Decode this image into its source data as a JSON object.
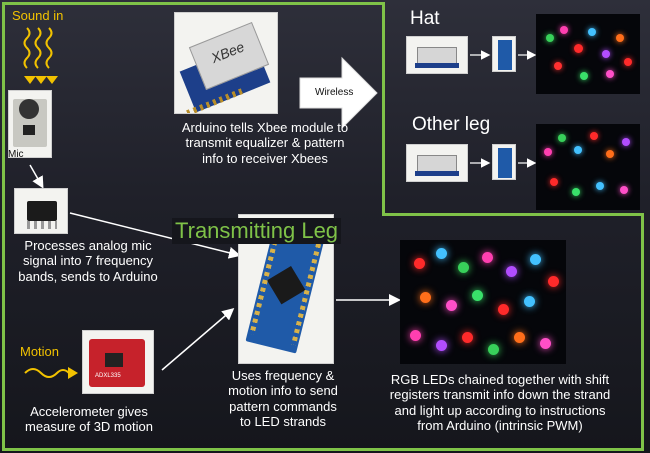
{
  "labels": {
    "sound_in": "Sound in",
    "mic": "Mic",
    "motion": "Motion",
    "wireless": "Wireless",
    "hat": "Hat",
    "other_leg": "Other leg",
    "transmitting_leg": "Transmitting Leg",
    "xbee_chip": "XBee",
    "accel_chip": "ADXL335"
  },
  "captions": {
    "arduino_xbee": [
      "Arduino tells Xbee module to",
      "transmit equalizer & pattern",
      "info to receiver Xbees"
    ],
    "processes": [
      "Processes analog mic",
      "signal into 7 frequency",
      "bands, sends to Arduino"
    ],
    "accelerometer": [
      "Accelerometer gives",
      "measure of 3D motion"
    ],
    "uses_freq": [
      "Uses frequency &",
      "motion info to send",
      "pattern commands",
      "to LED strands"
    ],
    "rgb_leds": [
      "RGB LEDs chained together with shift",
      "registers transmit info down the strand",
      "and light up according to instructions",
      "from Arduino (intrinsic PWM)"
    ]
  },
  "colors": {
    "frame": "#7fc248",
    "accent_yellow": "#f2c200",
    "title_green": "#7fc248"
  }
}
